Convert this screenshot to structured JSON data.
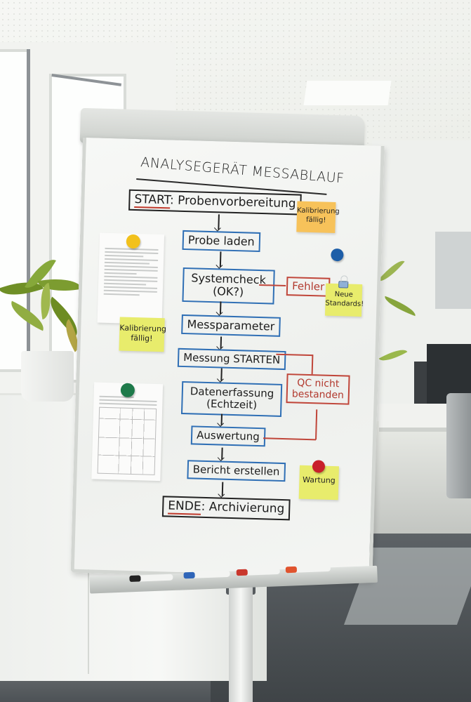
{
  "scene": {
    "description": "Flipchart whiteboard on a stand in a bright office",
    "colors": {
      "flow_box_border": "#2f6fb5",
      "terminal_box_border": "#222222",
      "error_path": "#c0463a",
      "sticky_orange": "#f7c25a",
      "sticky_yellow": "#e8ec6c",
      "magnet_yellow": "#f2c11c",
      "magnet_blue": "#1d5ea8",
      "magnet_green": "#1e7a4a",
      "magnet_red": "#c8202a"
    }
  },
  "flipchart": {
    "title": "ANALYSEGERÄT MESSABLAUF",
    "flow": {
      "start": {
        "keyword": "START",
        "separator": ": ",
        "label": "Probenvorbereitung"
      },
      "steps": [
        {
          "id": "probe-laden",
          "line1": "Probe laden",
          "line2": ""
        },
        {
          "id": "systemcheck",
          "line1": "Systemcheck",
          "line2": "(OK?)"
        },
        {
          "id": "messparameter",
          "line1": "Messparameter",
          "line2": ""
        },
        {
          "id": "messung-starten",
          "line1": "Messung STARTEN",
          "line2": ""
        },
        {
          "id": "datenerfassung",
          "line1": "Datenerfassung",
          "line2": "(Echtzeit)"
        },
        {
          "id": "auswertung",
          "line1": "Auswertung",
          "line2": ""
        },
        {
          "id": "bericht-erstellen",
          "line1": "Bericht erstellen",
          "line2": ""
        }
      ],
      "end": {
        "keyword": "ENDE",
        "separator": ": ",
        "label": "Archivierung"
      },
      "branches": [
        {
          "from": "Systemcheck (OK?)",
          "to": "Fehler",
          "label": "Fehler"
        },
        {
          "from": "Auswertung",
          "to": "Messung STARTEN",
          "via": "QC nicht bestanden",
          "label_line1": "QC nicht",
          "label_line2": "bestanden"
        }
      ]
    },
    "sticky_notes": [
      {
        "color": "orange",
        "line1": "Kalibrierung",
        "line2": "fällig!"
      },
      {
        "color": "yellow",
        "line1": "Kalibrierung",
        "line2": "fällig!"
      },
      {
        "color": "yellow",
        "line1": "Neue",
        "line2": "Standards!"
      },
      {
        "color": "yellow",
        "line1": "Wartung",
        "line2": ""
      }
    ],
    "attached_papers": [
      {
        "type": "text-document",
        "magnet": "yellow"
      },
      {
        "type": "table-document",
        "magnet": "green"
      }
    ],
    "markers": [
      {
        "color": "black"
      },
      {
        "color": "blue"
      },
      {
        "color": "red"
      },
      {
        "color": "orange"
      }
    ]
  }
}
